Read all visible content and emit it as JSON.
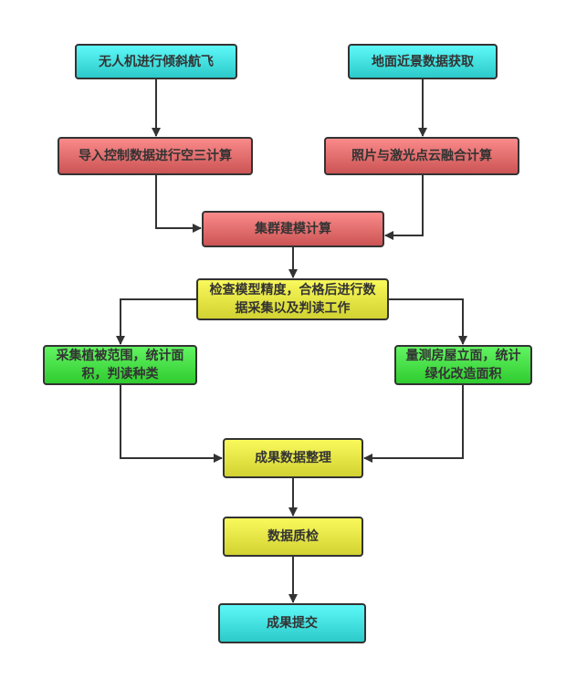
{
  "colors": {
    "cyan": "#3fe0e0",
    "red": "#e06a6a",
    "yellow": "#e8e846",
    "green": "#46e046",
    "stroke": "#333333"
  },
  "nodes": {
    "uav_flight": "无人机进行倾斜航飞",
    "ground_capture": "地面近景数据获取",
    "aerial_triangulation": "导入控制数据进行空三计算",
    "photo_lidar_fusion": "照片与激光点云融合计算",
    "cluster_modeling": "集群建模计算",
    "check_accuracy": "检查模型精度，合格后进行数据采集以及判读工作",
    "vegetation": "采集植被范围，统计面积，判读种类",
    "facade": "量测房屋立面，统计绿化改造面积",
    "organize": "成果数据整理",
    "quality_check": "数据质检",
    "submit": "成果提交"
  }
}
